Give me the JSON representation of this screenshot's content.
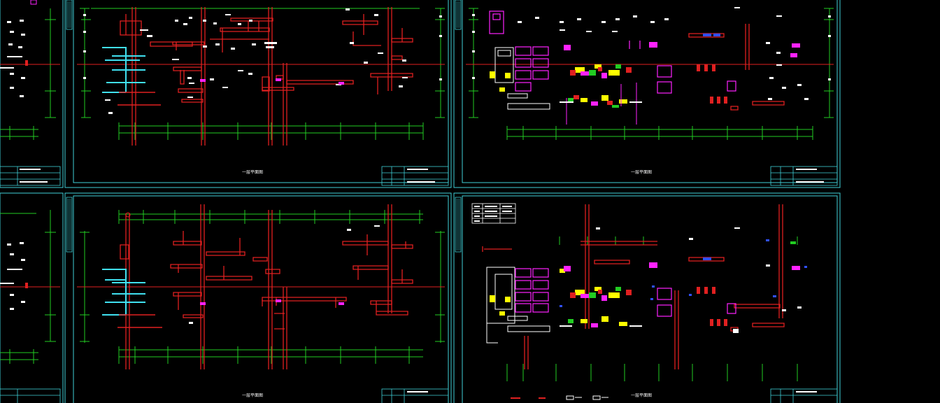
{
  "viewer": {
    "background_color": "#000000"
  },
  "palette": {
    "frame": "#3fd0d8",
    "grid": "#22cc22",
    "pipe": "#e02020",
    "duct": "#40e0f0",
    "equipment": "#ff22ff",
    "tag": "#ffffff",
    "yellow": "#ffff00",
    "blue": "#3050ff"
  },
  "sheets": [
    {
      "id": "partial-left-top",
      "title": ""
    },
    {
      "id": "sheet-top-middle",
      "title": "一层平面图"
    },
    {
      "id": "sheet-top-right",
      "title": "一层平面图"
    },
    {
      "id": "partial-left-bottom",
      "title": ""
    },
    {
      "id": "sheet-bottom-middle",
      "title": "一层平面图"
    },
    {
      "id": "sheet-bottom-right",
      "title": "一层平面图"
    }
  ]
}
